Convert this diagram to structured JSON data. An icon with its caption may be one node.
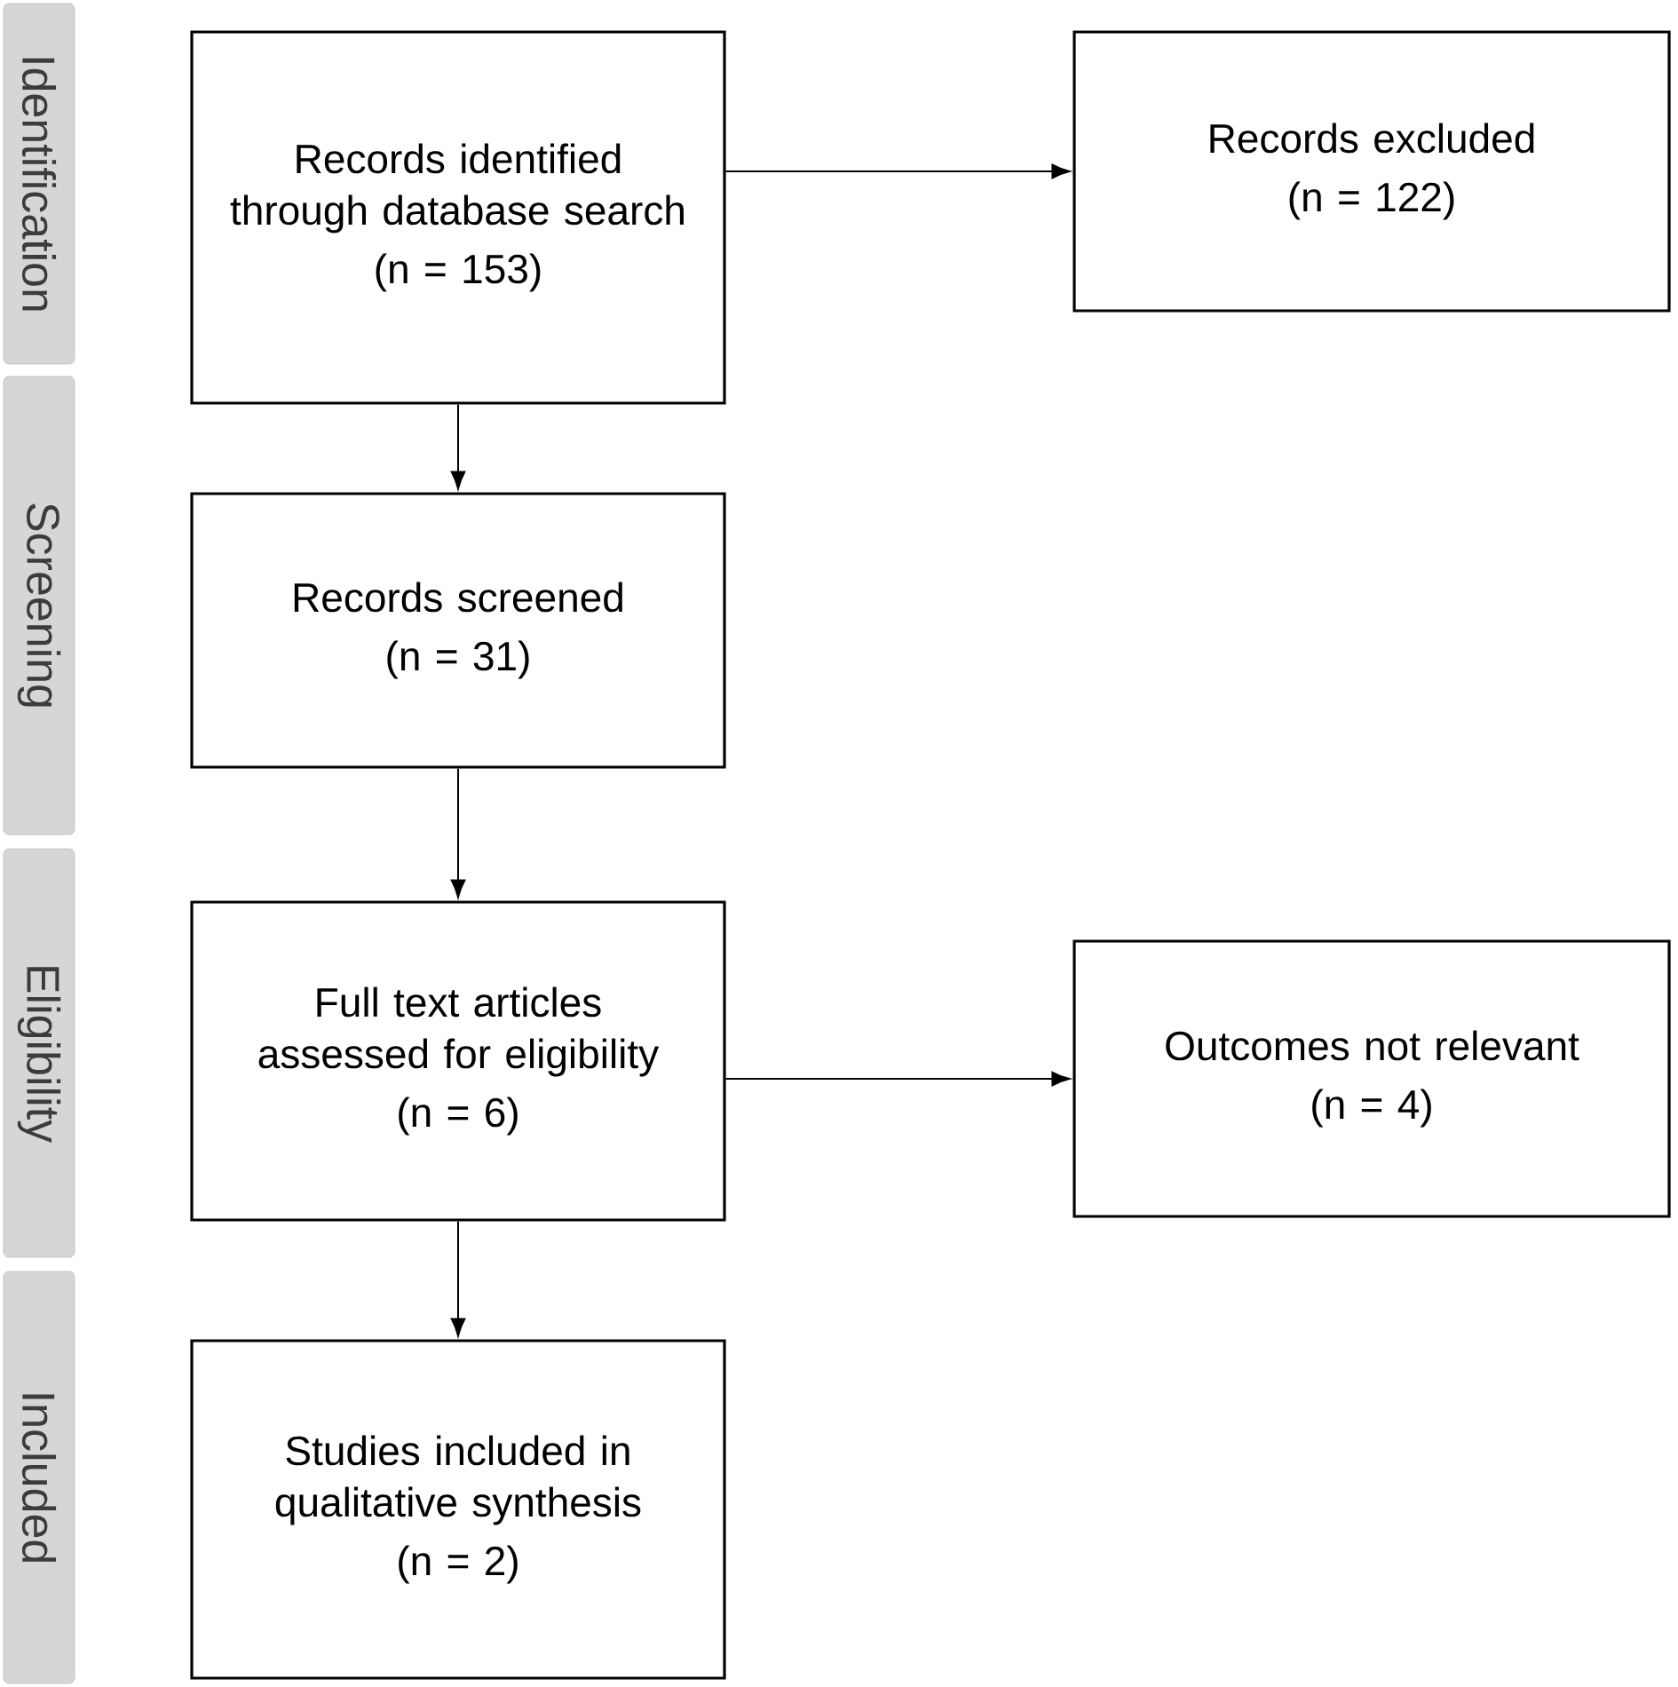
{
  "diagram": {
    "nodes": [
      {
        "text": [
          "Identification"
        ]
      },
      {
        "text": [
          "Screening"
        ]
      },
      {
        "text": [
          "Eligibility"
        ]
      },
      {
        "text": [
          "Included"
        ]
      },
      {
        "text": [
          "Records identified through database search",
          "(n = 153)"
        ]
      },
      {
        "text": [
          "Records excluded",
          "(n = 122)"
        ]
      },
      {
        "text": [
          "Records screened",
          "(n = 31)"
        ]
      },
      {
        "text": [
          "Full text articles assessed for eligibility",
          "(n = 6)"
        ]
      },
      {
        "text": [
          "Outcomes not relevant",
          "(n = 4)"
        ]
      },
      {
        "text": [
          "Studies included in qualitative synthesis",
          "(n = 2)"
        ]
      }
    ],
    "edges": [
      {
        "from": 4,
        "to": 5,
        "arrow": "to"
      },
      {
        "from": 4,
        "to": 6,
        "arrow": "to"
      },
      {
        "from": 6,
        "to": 7,
        "arrow": "to"
      },
      {
        "from": 7,
        "to": 8,
        "arrow": "to"
      },
      {
        "from": 7,
        "to": 9,
        "arrow": "to"
      }
    ]
  }
}
